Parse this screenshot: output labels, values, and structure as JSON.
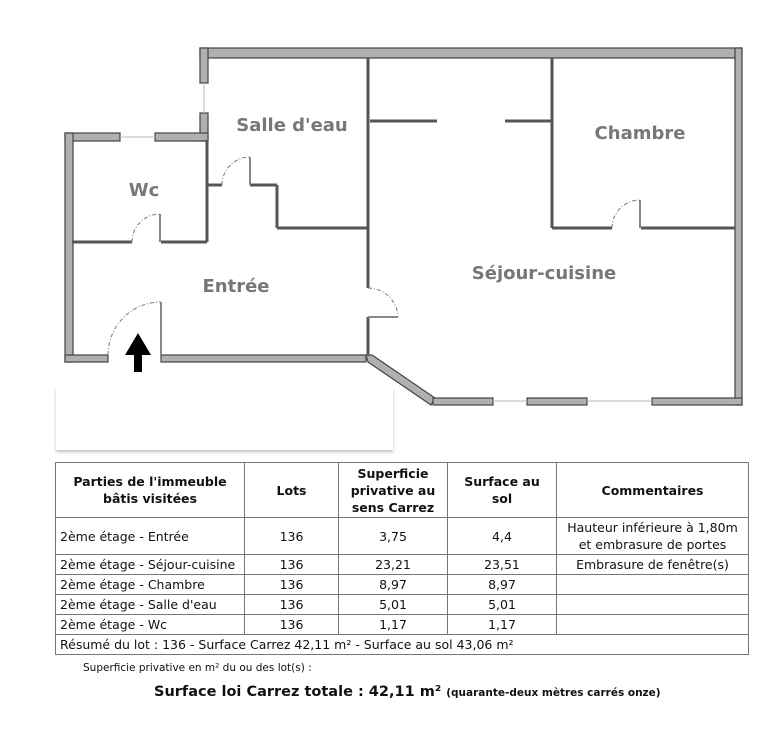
{
  "plan": {
    "rooms": [
      "Salle d'eau",
      "Chambre",
      "Wc",
      "Entrée",
      "Séjour-cuisine"
    ]
  },
  "table": {
    "headers": [
      "Parties de l'immeuble bâtis visitées",
      "Lots",
      "Superficie privative au sens Carrez",
      "Surface au sol",
      "Commentaires"
    ],
    "rows": [
      [
        "2ème étage - Entrée",
        "136",
        "3,75",
        "4,4",
        "Hauteur inférieure à 1,80m et embrasure de portes"
      ],
      [
        "2ème étage - Séjour-cuisine",
        "136",
        "23,21",
        "23,51",
        "Embrasure de fenêtre(s)"
      ],
      [
        "2ème étage - Chambre",
        "136",
        "8,97",
        "8,97",
        ""
      ],
      [
        "2ème étage - Salle d'eau",
        "136",
        "5,01",
        "5,01",
        ""
      ],
      [
        "2ème étage - Wc",
        "136",
        "1,17",
        "1,17",
        ""
      ]
    ],
    "summary": "Résumé du lot : 136  - Surface Carrez 42,11 m²  - Surface au sol 43,06 m²"
  },
  "note": "Superficie privative en m² du ou des lot(s) :",
  "total": {
    "main": "Surface loi Carrez totale : 42,11 m²",
    "words": "(quarante-deux mètres carrés onze)"
  }
}
